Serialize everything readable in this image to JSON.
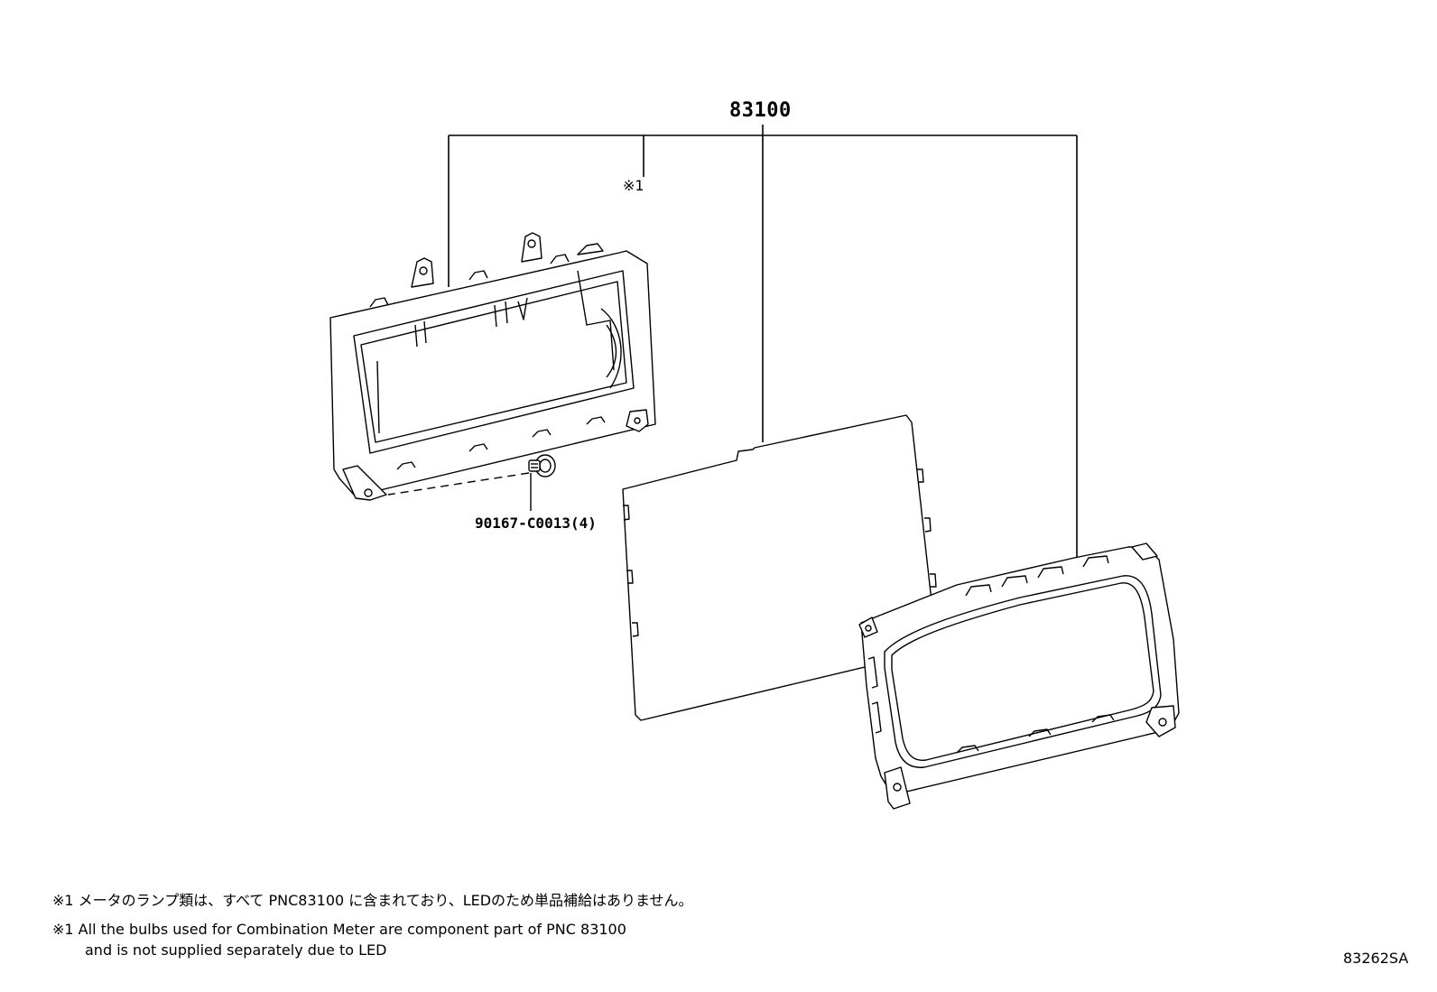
{
  "parts": {
    "main_part_number": "83100",
    "reference_mark": "※1",
    "bolt_label": "90167-C0013(4)"
  },
  "notes": {
    "note_jp": "※1 メータのランプ類は、すべて PNC83100 に含まれており、LEDのため単品補給はありません。",
    "note_en_line1": "※1 All the bulbs used for Combination Meter are component part of PNC 83100",
    "note_en_line2": "and is not supplied separately due to LED"
  },
  "illustration_code": "83262SA"
}
